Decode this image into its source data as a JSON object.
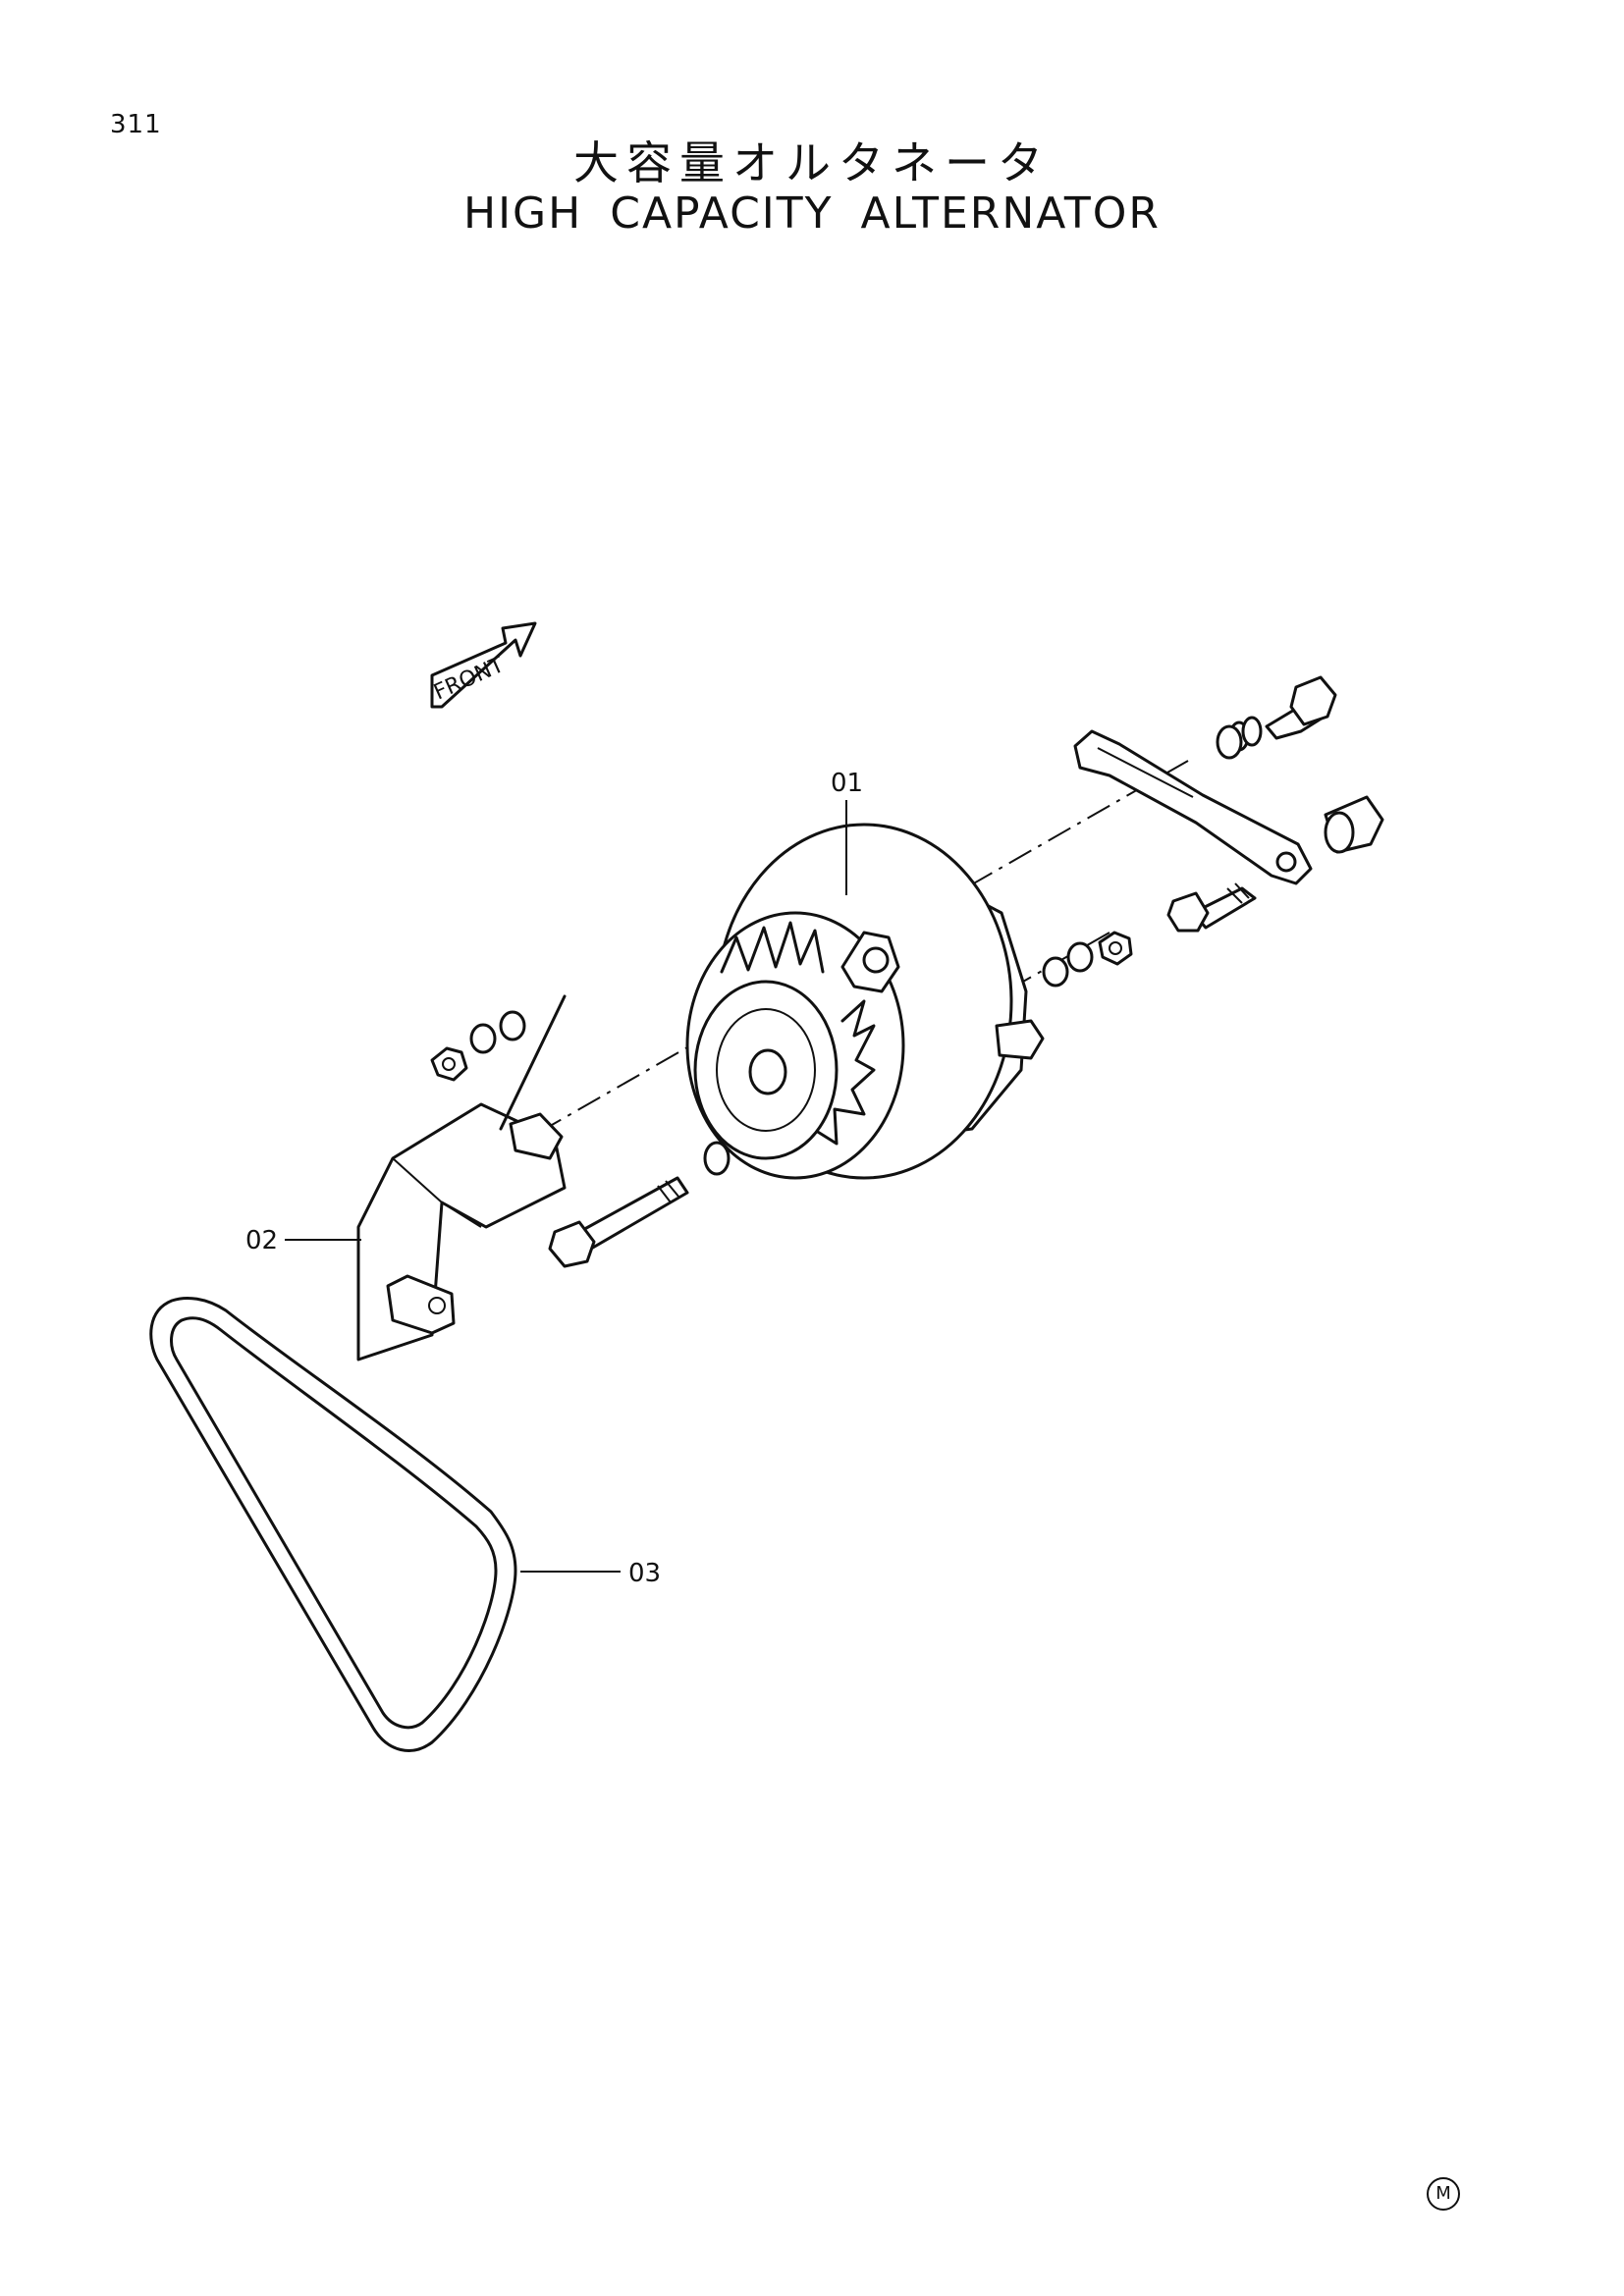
{
  "page_number": "311",
  "title_jp": "大容量オルタネータ",
  "title_en": "HIGH CAPACITY ALTERNATOR",
  "front_arrow_label": "FRONT",
  "callouts": [
    {
      "id": "01",
      "label": "01"
    },
    {
      "id": "02",
      "label": "02"
    },
    {
      "id": "03",
      "label": "03"
    }
  ],
  "corner_mark": "M"
}
